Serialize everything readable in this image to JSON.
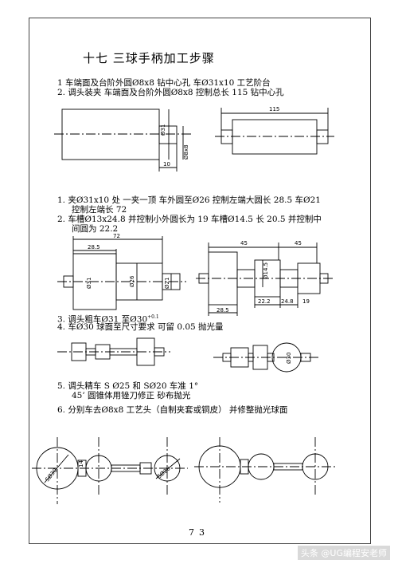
{
  "title": "十七 三球手柄加工步骤",
  "steps": {
    "s1a": "1 车端面及台阶外圆Ø8x8 钻中心孔 车Ø31x10 工艺阶台",
    "s1b": "2. 调头装夹 车端面及台阶外圆Ø8x8 控制总长 115 钻中心孔",
    "s2a": "1.  夹Ø31x10 处 一夹一顶 车外圆至Ø26 控制左端大圆长 28.5 车Ø21",
    "s2b": "控制左端长 72",
    "s2c": "2.  车槽Ø13x24.8 并控制小外圆长为 19 车槽Ø14.5 长 20.5 并控制中",
    "s2d": "间圆为 22.2",
    "s3a": "3.  调头粗车Ø31 至Ø30",
    "s3a_sup": "+0.1",
    "s3b": "4.  车Ø30 球面至尺寸要求 可留 0.05 抛光量",
    "s5a": "5.  调头精车 S Ø25 和 SØ20 车准 1°",
    "s5b": "45’ 圆锥体用锉刀修正  砂布抛光",
    "s6": "6.  分别车去Ø8x8 工艺头（自制夹套或铜皮） 并修整抛光球面"
  },
  "dims": {
    "d31": "Ø31",
    "d10": "10",
    "d8x8": "Ø8x8",
    "d115": "115",
    "d72": "72",
    "d28_5": "28.5",
    "d26": "Ø26",
    "d21": "Ø21",
    "d45a": "45",
    "d45b": "45",
    "d14_5": "Ø14.5",
    "d22_2": "22.2",
    "d24_8": "24.8",
    "d19": "19",
    "d28_5b": "28.5",
    "dsr": "Ø30",
    "d14": "14",
    "sd30": "SØ30",
    "sd20": "SØ20"
  },
  "page_number": "73",
  "watermark": "头条 @UG编程安老师"
}
